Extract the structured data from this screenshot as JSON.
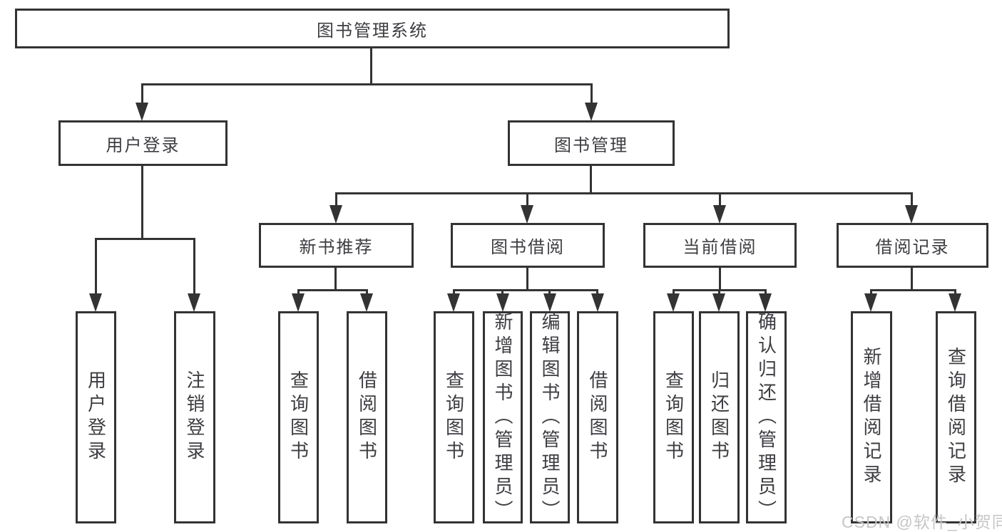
{
  "diagram_type": "hierarchy-flowchart",
  "colors": {
    "background": "#ffffff",
    "line": "#333333",
    "text": "#3d3d42",
    "watermark": "#c6c6c6"
  },
  "tree": {
    "label": "图书管理系统",
    "children": [
      {
        "label": "用户登录",
        "children": [
          {
            "label": "用户登录"
          },
          {
            "label": "注销登录"
          }
        ]
      },
      {
        "label": "图书管理",
        "children": [
          {
            "label": "新书推荐",
            "children": [
              {
                "label": "查询图书"
              },
              {
                "label": "借阅图书"
              }
            ]
          },
          {
            "label": "图书借阅",
            "children": [
              {
                "label": "查询图书"
              },
              {
                "label": "新增图书（管理员）"
              },
              {
                "label": "编辑图书（管理员）"
              },
              {
                "label": "借阅图书"
              }
            ]
          },
          {
            "label": "当前借阅",
            "children": [
              {
                "label": "查询图书"
              },
              {
                "label": "归还图书"
              },
              {
                "label": "确认归还（管理员）"
              }
            ]
          },
          {
            "label": "借阅记录",
            "children": [
              {
                "label": "新增借阅记录"
              },
              {
                "label": "查询借阅记录"
              }
            ]
          }
        ]
      }
    ]
  },
  "watermark": {
    "text": "CSDN @软件_小贺同学"
  }
}
